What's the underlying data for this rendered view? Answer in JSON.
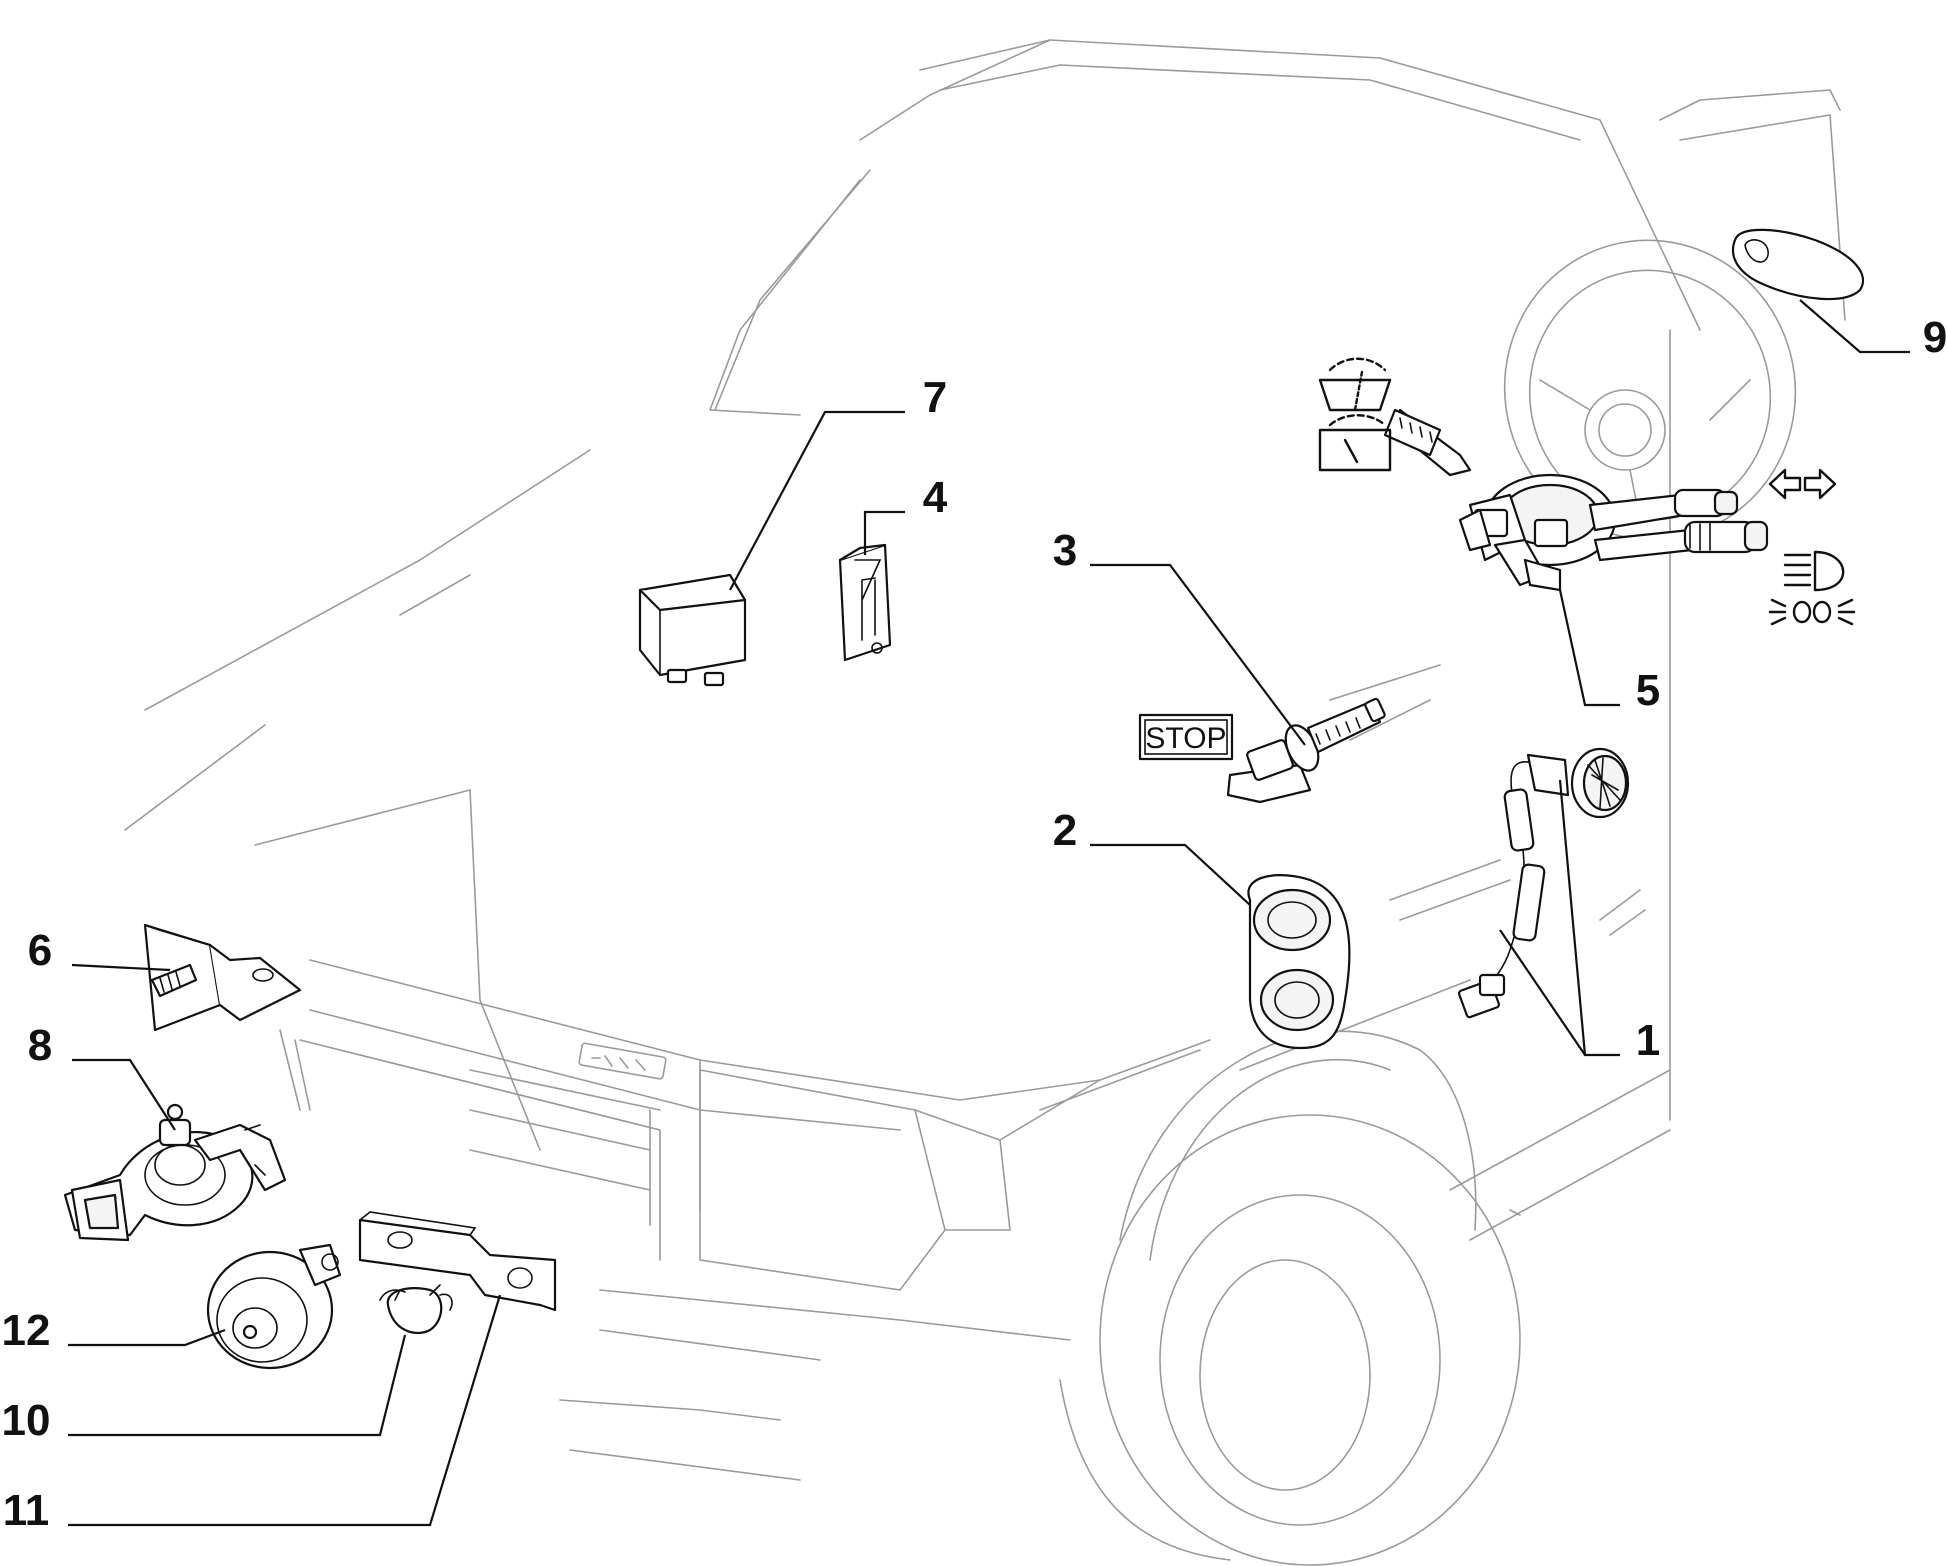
{
  "callouts": [
    {
      "id": "1",
      "label": "1"
    },
    {
      "id": "2",
      "label": "2"
    },
    {
      "id": "3",
      "label": "3"
    },
    {
      "id": "4",
      "label": "4"
    },
    {
      "id": "5",
      "label": "5"
    },
    {
      "id": "6",
      "label": "6"
    },
    {
      "id": "7",
      "label": "7"
    },
    {
      "id": "8",
      "label": "8"
    },
    {
      "id": "9",
      "label": "9"
    },
    {
      "id": "10",
      "label": "10"
    },
    {
      "id": "11",
      "label": "11"
    },
    {
      "id": "12",
      "label": "12"
    }
  ],
  "symbols": {
    "stop_label": "STOP",
    "wiper_icon": "windscreen-wiper-icon",
    "turn_signal_icon": "turn-signal-arrows-icon",
    "headlamp_icon": "headlamp-beam-icon",
    "parking_light_icon": "parking-light-icon"
  },
  "colors": {
    "car_outline": "#9a9a9a",
    "part_outline": "#111111",
    "background": "#ffffff"
  }
}
